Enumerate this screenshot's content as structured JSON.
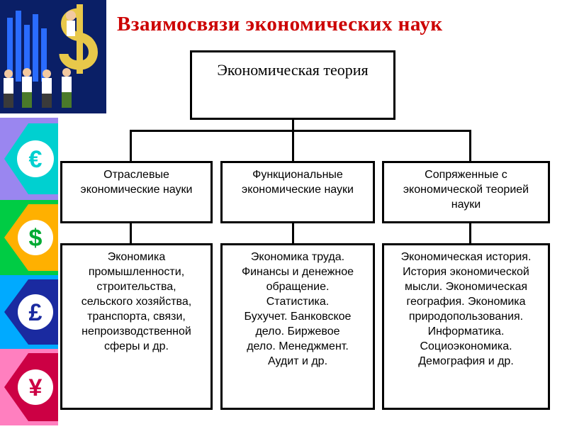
{
  "title": "Взаимосвязи экономических наук",
  "root": "Экономическая теория",
  "categories": [
    "Отраслевые\nэкономические науки",
    "Функциональные\nэкономические науки",
    "Сопряженные с\nэкономической теорией\nнауки"
  ],
  "details": [
    "Экономика\nпромышленности,\nстроительства,\nсельского хозяйства,\nтранспорта, связи,\nнепроизводственной\nсферы и др.",
    "Экономика труда.\nФинансы и денежное\nобращение.\nСтатистика.\nБухучет. Банковское\nдело. Биржевое\nдело. Менеджмент.\nАудит и др.",
    "Экономическая история.\nИстория экономической\nмысли. Экономическая\nгеография. Экономика\nприродопользования.\nИнформатика.\nСоциоэкономика.\nДемография и др."
  ],
  "currency_symbols": [
    "€",
    "$",
    "£",
    "¥"
  ],
  "colors": {
    "title": "#cc0000",
    "stripes": [
      "#9a86f0",
      "#00cc44",
      "#00aaff",
      "#ff7fbf"
    ],
    "emblem": "#00d0d0"
  }
}
